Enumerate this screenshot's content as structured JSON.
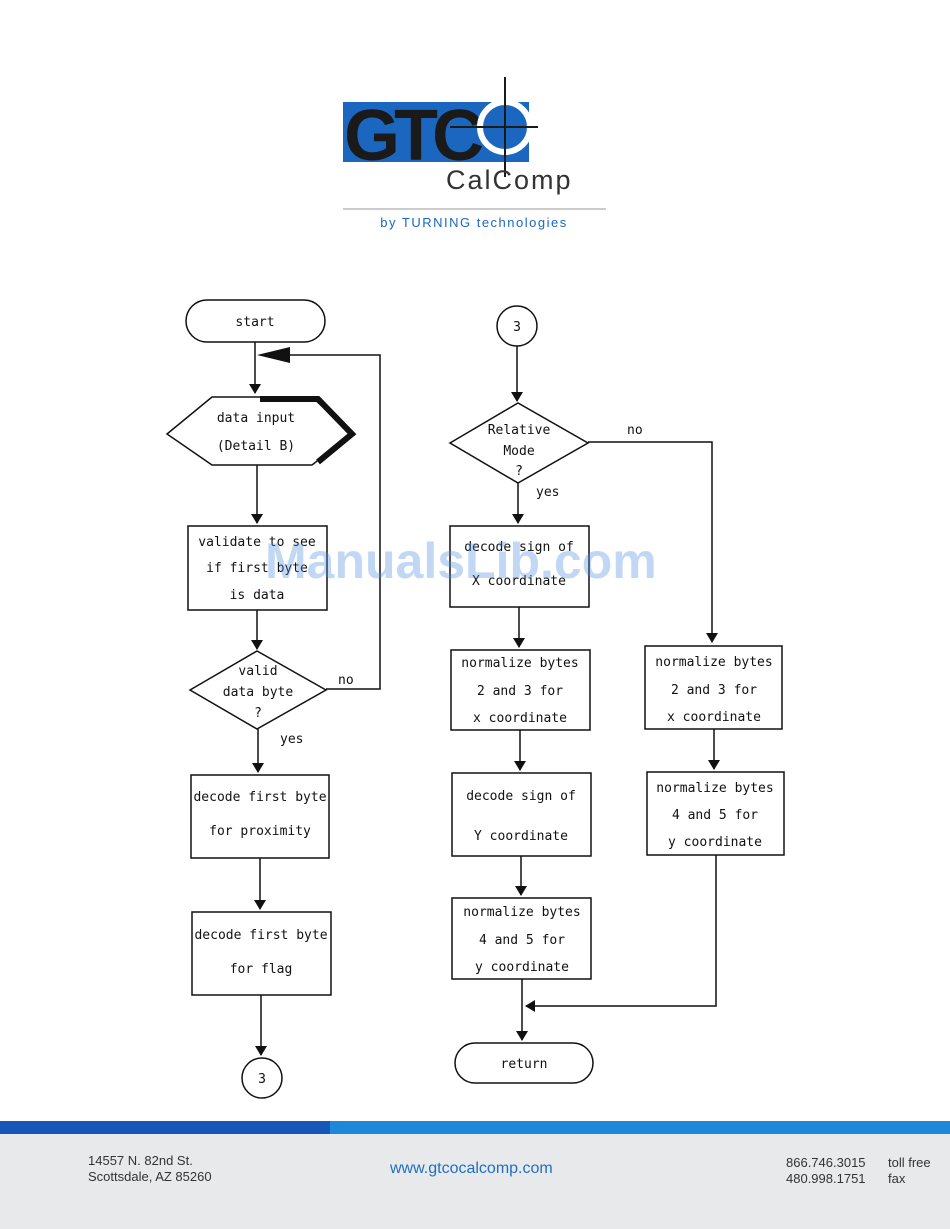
{
  "logo": {
    "letters": "GTC",
    "calcomp": "CalComp",
    "tagline": "by TURNING technologies",
    "blue": "#1b67c0",
    "black": "#1a1a1a"
  },
  "watermark": "ManualsLib.com",
  "flowchart": {
    "left": {
      "start": "start",
      "data_input": [
        "data input",
        "(Detail B)"
      ],
      "validate": [
        "validate to see",
        "if first byte",
        "is data"
      ],
      "valid_decision": [
        "valid",
        "data byte",
        "?"
      ],
      "no_label": "no",
      "yes_label": "yes",
      "decode_proximity": [
        "decode first byte",
        "for proximity"
      ],
      "decode_flag": [
        "decode first byte",
        "for flag"
      ],
      "connector": "3"
    },
    "right": {
      "connector": "3",
      "relative_decision": [
        "Relative",
        "Mode",
        "?"
      ],
      "no_label": "no",
      "yes_label": "yes",
      "decode_sign_x": [
        "decode sign of",
        "X coordinate"
      ],
      "normalize_x": [
        "normalize bytes",
        "2 and 3 for",
        "x coordinate"
      ],
      "decode_sign_y": [
        "decode sign of",
        "Y coordinate"
      ],
      "normalize_y": [
        "normalize bytes",
        "4 and 5 for",
        "y coordinate"
      ],
      "normalize_x_alt": [
        "normalize bytes",
        "2 and 3 for",
        "x coordinate"
      ],
      "normalize_y_alt": [
        "normalize bytes",
        "4 and 5 for",
        "y coordinate"
      ],
      "return": "return"
    }
  },
  "footer": {
    "address_line1": "14557 N. 82nd St.",
    "address_line2": "Scottsdale, AZ 85260",
    "website": "www.gtcocalcomp.com",
    "phone_tollfree": "866.746.3015",
    "phone_tollfree_label": "toll free",
    "fax": "480.998.1751",
    "fax_label": "fax",
    "bar_dark": "#1558b8",
    "bar_light": "#1e88d8"
  }
}
